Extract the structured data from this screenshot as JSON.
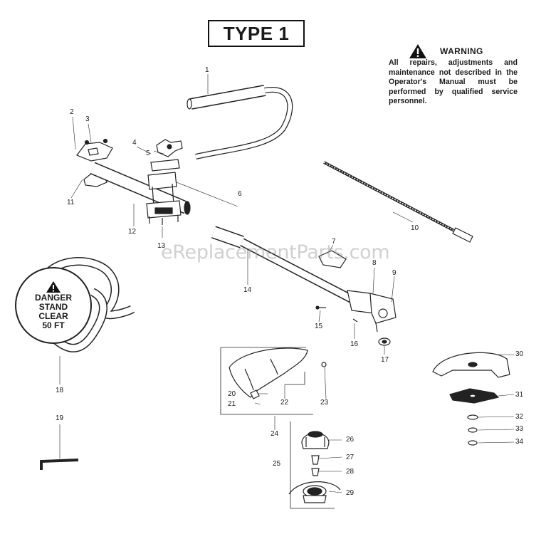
{
  "title": "TYPE 1",
  "warning": {
    "label": "WARNING",
    "text": "All repairs, adjustments and maintenance not described in the Operator's Manual must be performed by qualified service personnel."
  },
  "watermark": "eReplacementParts.com",
  "danger_label": {
    "symbol": "!",
    "line1": "DANGER",
    "line2": "STAND",
    "line3": "CLEAR",
    "line4": "50 FT"
  },
  "callouts": [
    "1",
    "2",
    "3",
    "4",
    "5",
    "6",
    "7",
    "8",
    "9",
    "10",
    "11",
    "12",
    "13",
    "14",
    "15",
    "16",
    "17",
    "18",
    "19",
    "20",
    "21",
    "22",
    "23",
    "24",
    "25",
    "26",
    "27",
    "28",
    "29",
    "30",
    "31",
    "32",
    "33",
    "34"
  ]
}
